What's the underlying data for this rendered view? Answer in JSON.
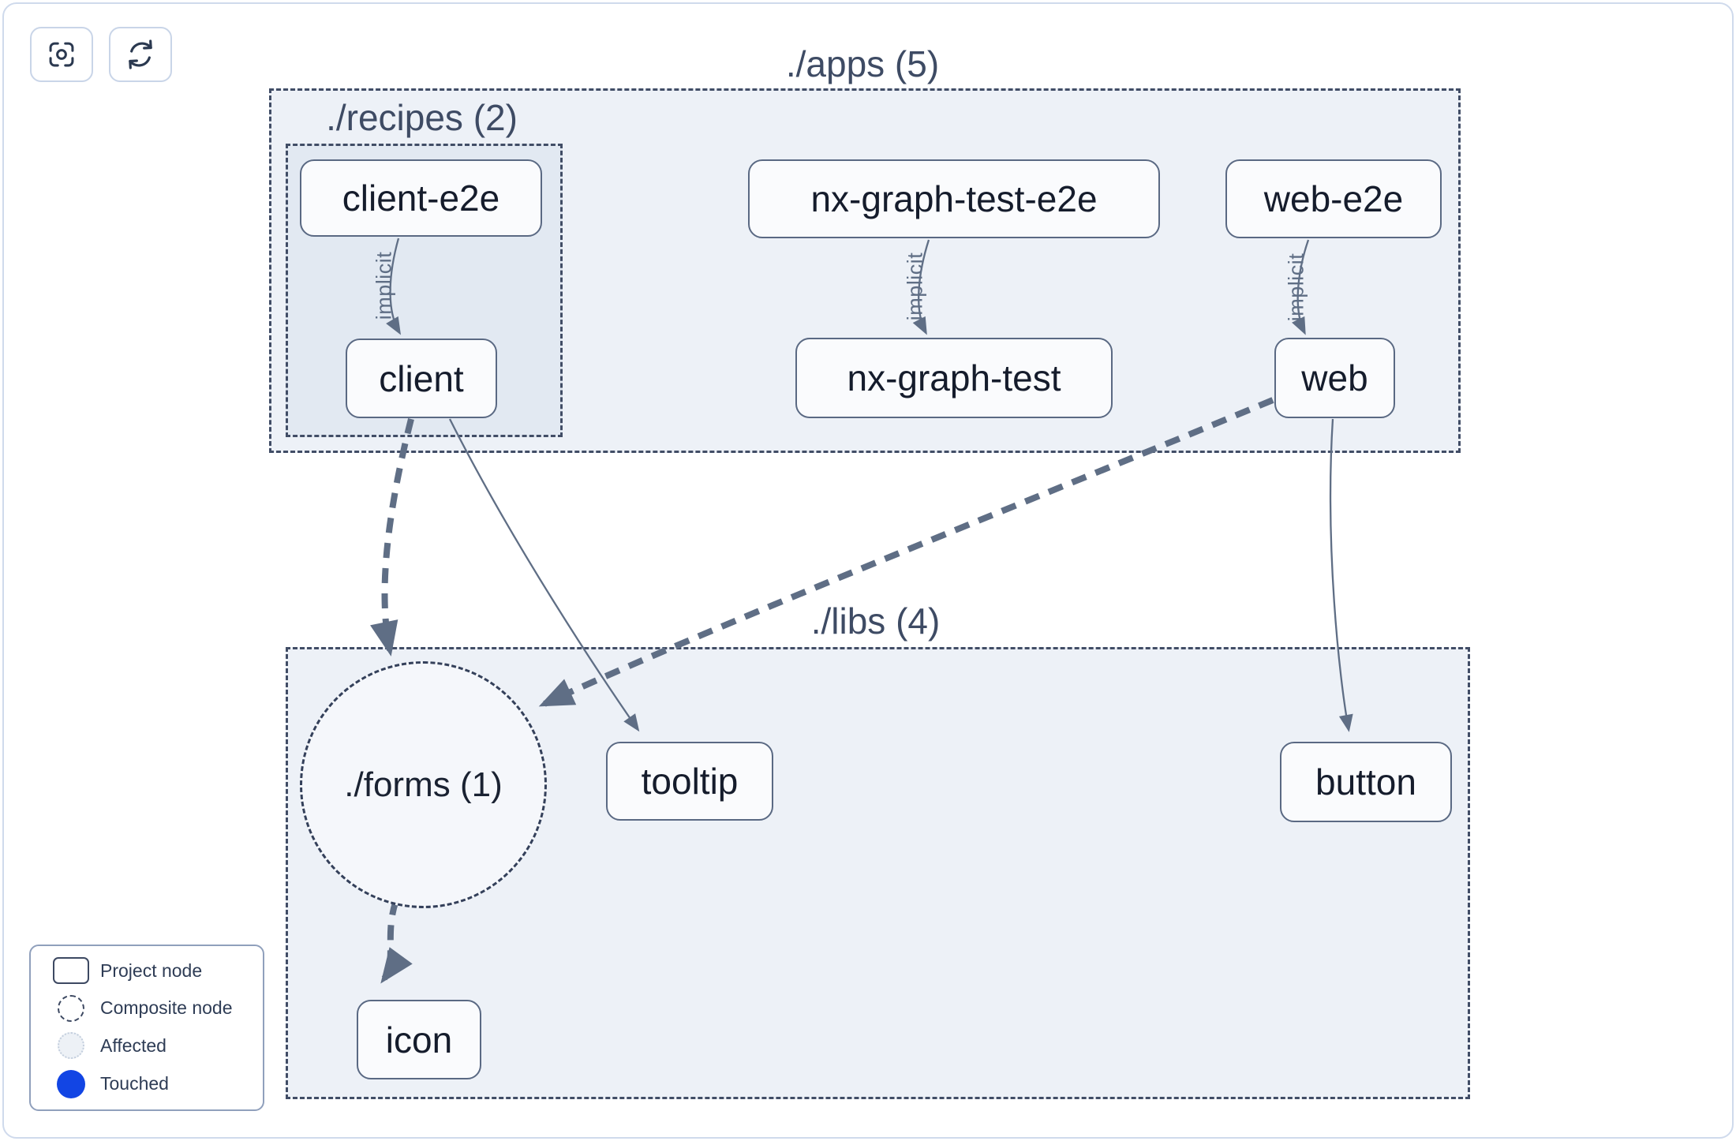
{
  "toolbar": {
    "buttons": [
      {
        "name": "reset-focus",
        "icon": "focus-icon"
      },
      {
        "name": "refresh",
        "icon": "refresh-icon"
      }
    ]
  },
  "groups": {
    "apps": {
      "label": "./apps (5)"
    },
    "recipes": {
      "label": "./recipes (2)"
    },
    "libs": {
      "label": "./libs (4)"
    },
    "forms": {
      "label": "./forms (1)"
    }
  },
  "nodes": {
    "client_e2e": "client-e2e",
    "nx_graph_test_e2e": "nx-graph-test-e2e",
    "web_e2e": "web-e2e",
    "client": "client",
    "nx_graph_test": "nx-graph-test",
    "web": "web",
    "tooltip": "tooltip",
    "button": "button",
    "icon": "icon"
  },
  "edges": {
    "implicit_label": "implicit",
    "list": [
      {
        "from": "client-e2e",
        "to": "client",
        "type": "implicit"
      },
      {
        "from": "nx-graph-test-e2e",
        "to": "nx-graph-test",
        "type": "implicit"
      },
      {
        "from": "web-e2e",
        "to": "web",
        "type": "implicit"
      },
      {
        "from": "client",
        "to": "tooltip",
        "type": "static"
      },
      {
        "from": "web",
        "to": "button",
        "type": "static"
      },
      {
        "from": "client",
        "to": "./forms",
        "type": "composite"
      },
      {
        "from": "web",
        "to": "./forms",
        "type": "composite"
      },
      {
        "from": "./forms",
        "to": "icon",
        "type": "composite"
      }
    ]
  },
  "legend": {
    "items": [
      {
        "label": "Project node"
      },
      {
        "label": "Composite node"
      },
      {
        "label": "Affected"
      },
      {
        "label": "Touched"
      }
    ],
    "touched_color": "#1245e4"
  },
  "colors": {
    "group_fill": "#e8edf5",
    "group_border": "#414d66",
    "node_border": "#5a6983",
    "edge": "#5f6e85",
    "text": "#151c2c"
  }
}
